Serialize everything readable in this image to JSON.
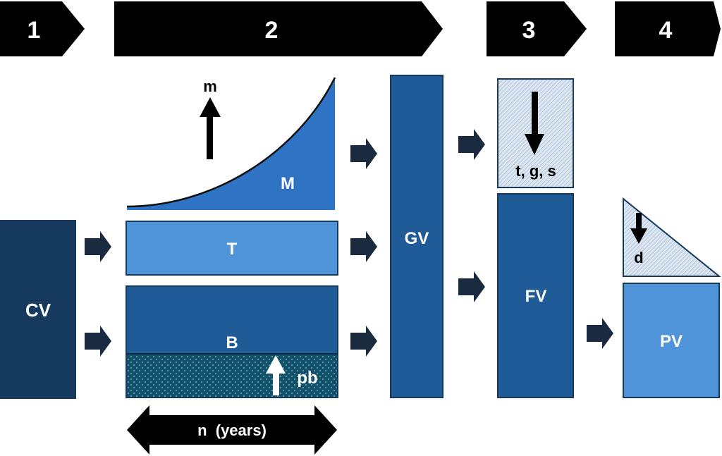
{
  "steps": {
    "s1": "1",
    "s2": "2",
    "s3": "3",
    "s4": "4"
  },
  "labels": {
    "cv": "CV",
    "m_arrow": "m",
    "m_area": "M",
    "t_bar": "T",
    "b_bar": "B",
    "pb": "pb",
    "gv": "GV",
    "tgs": "t, g, s",
    "fv": "FV",
    "d": "d",
    "pv": "PV",
    "n_years": "n  (years)"
  },
  "colors": {
    "dark_navy": "#163A5E",
    "mid_blue": "#1F5B96",
    "light_blue": "#4F93D9",
    "curve_blue": "#2E73C4",
    "teal": "#12516A",
    "hatch_bg": "#DCE6F1",
    "black": "#000000",
    "arrow": "#1A2A3F"
  },
  "icons": {
    "flow_arrow": "right-arrow-icon",
    "up_arrow": "up-arrow-icon",
    "down_arrow": "down-arrow-icon",
    "double_arrow": "double-arrow-icon"
  }
}
